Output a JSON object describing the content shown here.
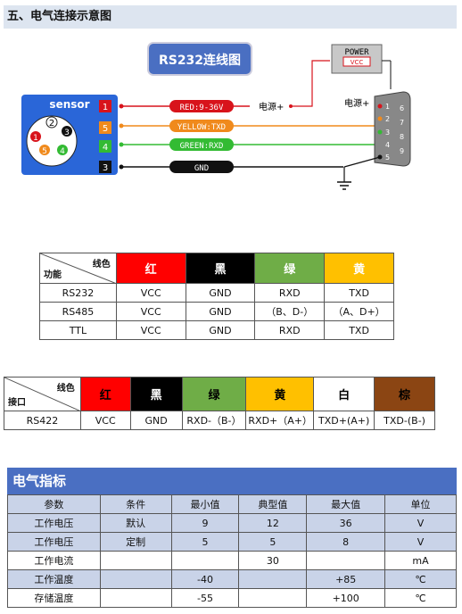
{
  "section_title": "五、电气连接示意图",
  "diagram": {
    "rs232_label": "RS232连线图",
    "sensor_label": "sensor",
    "pins": [
      "1",
      "2",
      "3",
      "4",
      "5"
    ],
    "wire_numbers": [
      "1",
      "5",
      "4",
      "3"
    ],
    "wires": [
      {
        "label": "RED:9-36V",
        "color": "#d8131b"
      },
      {
        "label": "YELLOW:TXD",
        "color": "#f08a1c"
      },
      {
        "label": "GREEN:RXD",
        "color": "#33bb33"
      },
      {
        "label": "GND",
        "color": "#111111"
      }
    ],
    "power_label": "POWER",
    "vcc_label": "VCC",
    "power_plus_1": "电源+",
    "power_plus_2": "电源+",
    "db9_pins": [
      "1",
      "2",
      "3",
      "4",
      "5",
      "6",
      "7",
      "8",
      "9"
    ]
  },
  "table1": {
    "corner_top": "线色",
    "corner_bottom": "功能",
    "colors": [
      {
        "label": "红",
        "bg": "#ff0000",
        "fg": "#ffffff"
      },
      {
        "label": "黑",
        "bg": "#000000",
        "fg": "#ffffff"
      },
      {
        "label": "绿",
        "bg": "#6fad47",
        "fg": "#ffffff"
      },
      {
        "label": "黄",
        "bg": "#ffc000",
        "fg": "#ffffff"
      }
    ],
    "rows": [
      [
        "RS232",
        "VCC",
        "GND",
        "RXD",
        "TXD"
      ],
      [
        "RS485",
        "VCC",
        "GND",
        "（B、D-）",
        "（A、D+）"
      ],
      [
        "TTL",
        "VCC",
        "GND",
        "RXD",
        "TXD"
      ]
    ]
  },
  "table2": {
    "corner_top": "线色",
    "corner_bottom": "接口",
    "colors": [
      {
        "label": "红",
        "bg": "#ff0000",
        "fg": "#000000"
      },
      {
        "label": "黑",
        "bg": "#000000",
        "fg": "#ffffff"
      },
      {
        "label": "绿",
        "bg": "#6fad47",
        "fg": "#000000"
      },
      {
        "label": "黄",
        "bg": "#ffc000",
        "fg": "#000000"
      },
      {
        "label": "白",
        "bg": "#ffffff",
        "fg": "#000000"
      },
      {
        "label": "棕",
        "bg": "#8b4513",
        "fg": "#000000"
      }
    ],
    "row": [
      "RS422",
      "VCC",
      "GND",
      "RXD-（B-）",
      "RXD+（A+）",
      "TXD+(A+)",
      "TXD-(B-)"
    ]
  },
  "spec": {
    "title": "电气指标",
    "headers": [
      "参数",
      "条件",
      "最小值",
      "典型值",
      "最大值",
      "单位"
    ],
    "rows": [
      [
        "工作电压",
        "默认",
        "9",
        "12",
        "36",
        "V"
      ],
      [
        "工作电压",
        "定制",
        "5",
        "5",
        "8",
        "V"
      ],
      [
        "工作电流",
        "",
        "",
        "30",
        "",
        "mA"
      ],
      [
        "工作温度",
        "",
        "-40",
        "",
        "+85",
        "℃"
      ],
      [
        "存储温度",
        "",
        "-55",
        "",
        "+100",
        "℃"
      ]
    ]
  }
}
